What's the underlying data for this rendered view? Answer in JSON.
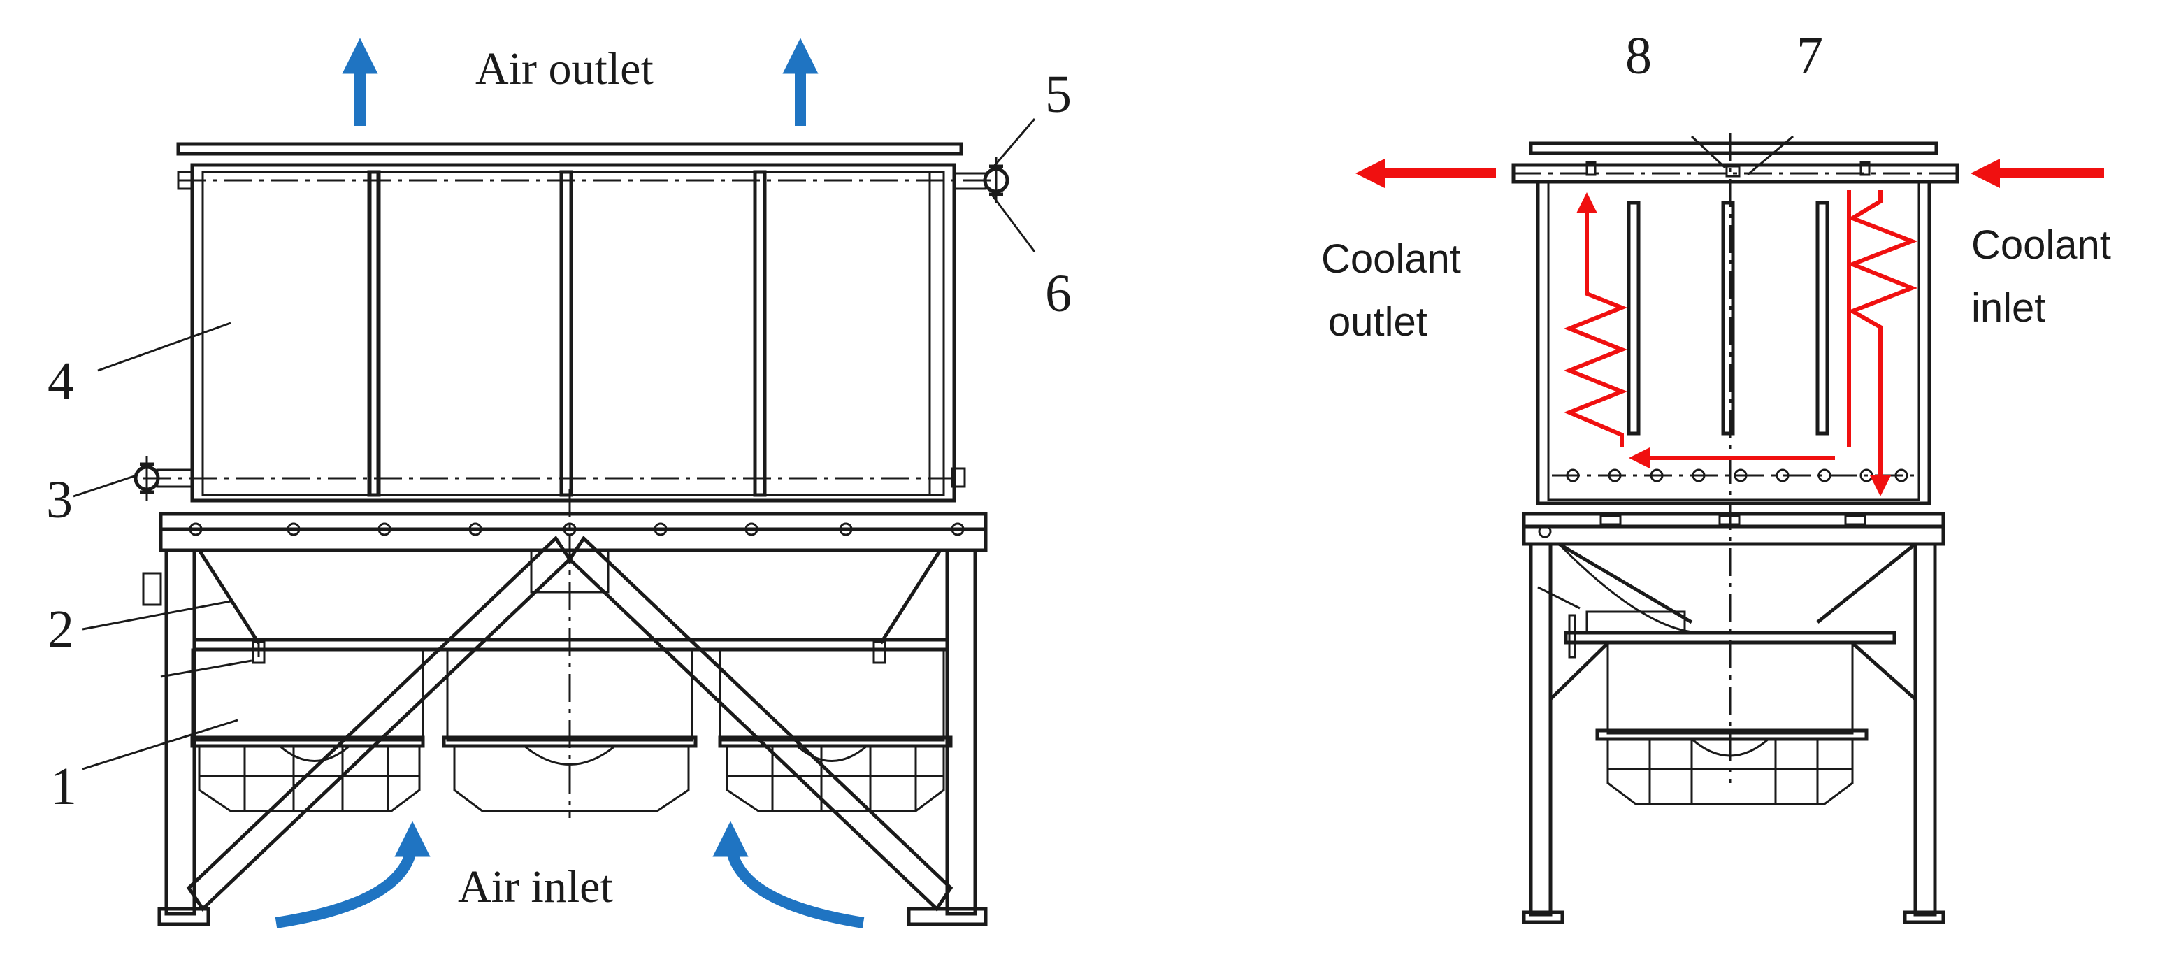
{
  "labels": {
    "air_outlet": "Air outlet",
    "air_inlet": "Air inlet",
    "coolant_outlet_line1": "Coolant",
    "coolant_outlet_line2": "outlet",
    "coolant_inlet_line1": "Coolant",
    "coolant_inlet_line2": "inlet"
  },
  "callouts": {
    "n1": "1",
    "n2": "2",
    "n3": "3",
    "n4": "4",
    "n5": "5",
    "n6": "6",
    "n7": "7",
    "n8": "8"
  },
  "colors": {
    "air_arrow": "#1f74c2",
    "coolant_arrow": "#f01010",
    "line": "#1a1a1a"
  }
}
